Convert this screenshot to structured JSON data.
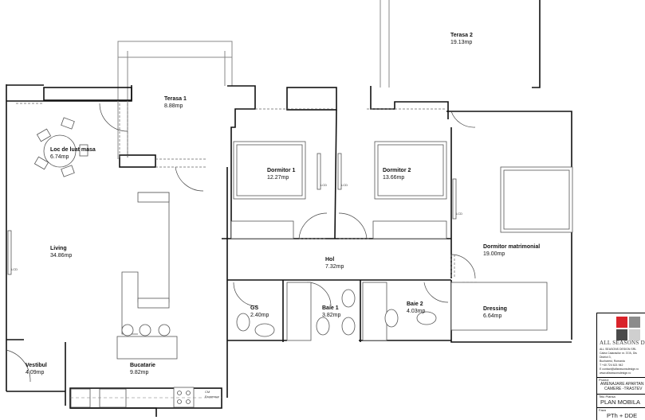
{
  "plan": {
    "rooms": [
      {
        "name": "Terasa 2",
        "area": "19.13mp"
      },
      {
        "name": "Terasa 1",
        "area": "8.88mp"
      },
      {
        "name": "Loc de luat masa",
        "area": "6.74mp"
      },
      {
        "name": "Dormitor 1",
        "area": "12.27mp"
      },
      {
        "name": "Dormitor 2",
        "area": "13.66mp"
      },
      {
        "name": "Living",
        "area": "34.86mp"
      },
      {
        "name": "Hol",
        "area": "7.32mp"
      },
      {
        "name": "Dormitor matrimonial",
        "area": "19.00mp"
      },
      {
        "name": "GS",
        "area": "2.40mp"
      },
      {
        "name": "Baie 1",
        "area": "3.82mp"
      },
      {
        "name": "Baie 2",
        "area": "4.03mp"
      },
      {
        "name": "Dressing",
        "area": "6.64mp"
      },
      {
        "name": "Vestibul",
        "area": "4.09mp"
      },
      {
        "name": "Bucatarie",
        "area": "9.82mp"
      }
    ],
    "fixture_labels": {
      "lcd": "LCD",
      "cm": "CM",
      "espressor": "Espressor"
    }
  },
  "title_block": {
    "logo_colors": [
      "#d9232a",
      "#8c8c8c",
      "#4a4a4a",
      "#cfcfcf"
    ],
    "company": "ALL SEASONS D",
    "info_lines": [
      "ALL SEASONS DESIGN SRL",
      "Calea Calarasilor nr. 37/A, Dis",
      "District 3,",
      "Bucharest, Romania",
      "T +40 724 621 942",
      "E contact@allseasonsdesign.ro",
      "www.allseasonsdesign.ro"
    ],
    "project_label": "Proiect",
    "project_value_1": "AMENAJARE APARTAN",
    "project_value_2": "CAMERE -TRASTEV",
    "sheet_label": "Titlu Plansa",
    "sheet_value": "PLAN MOBILA",
    "phase_label": "Faza",
    "phase_value": "PTh + DDE"
  }
}
